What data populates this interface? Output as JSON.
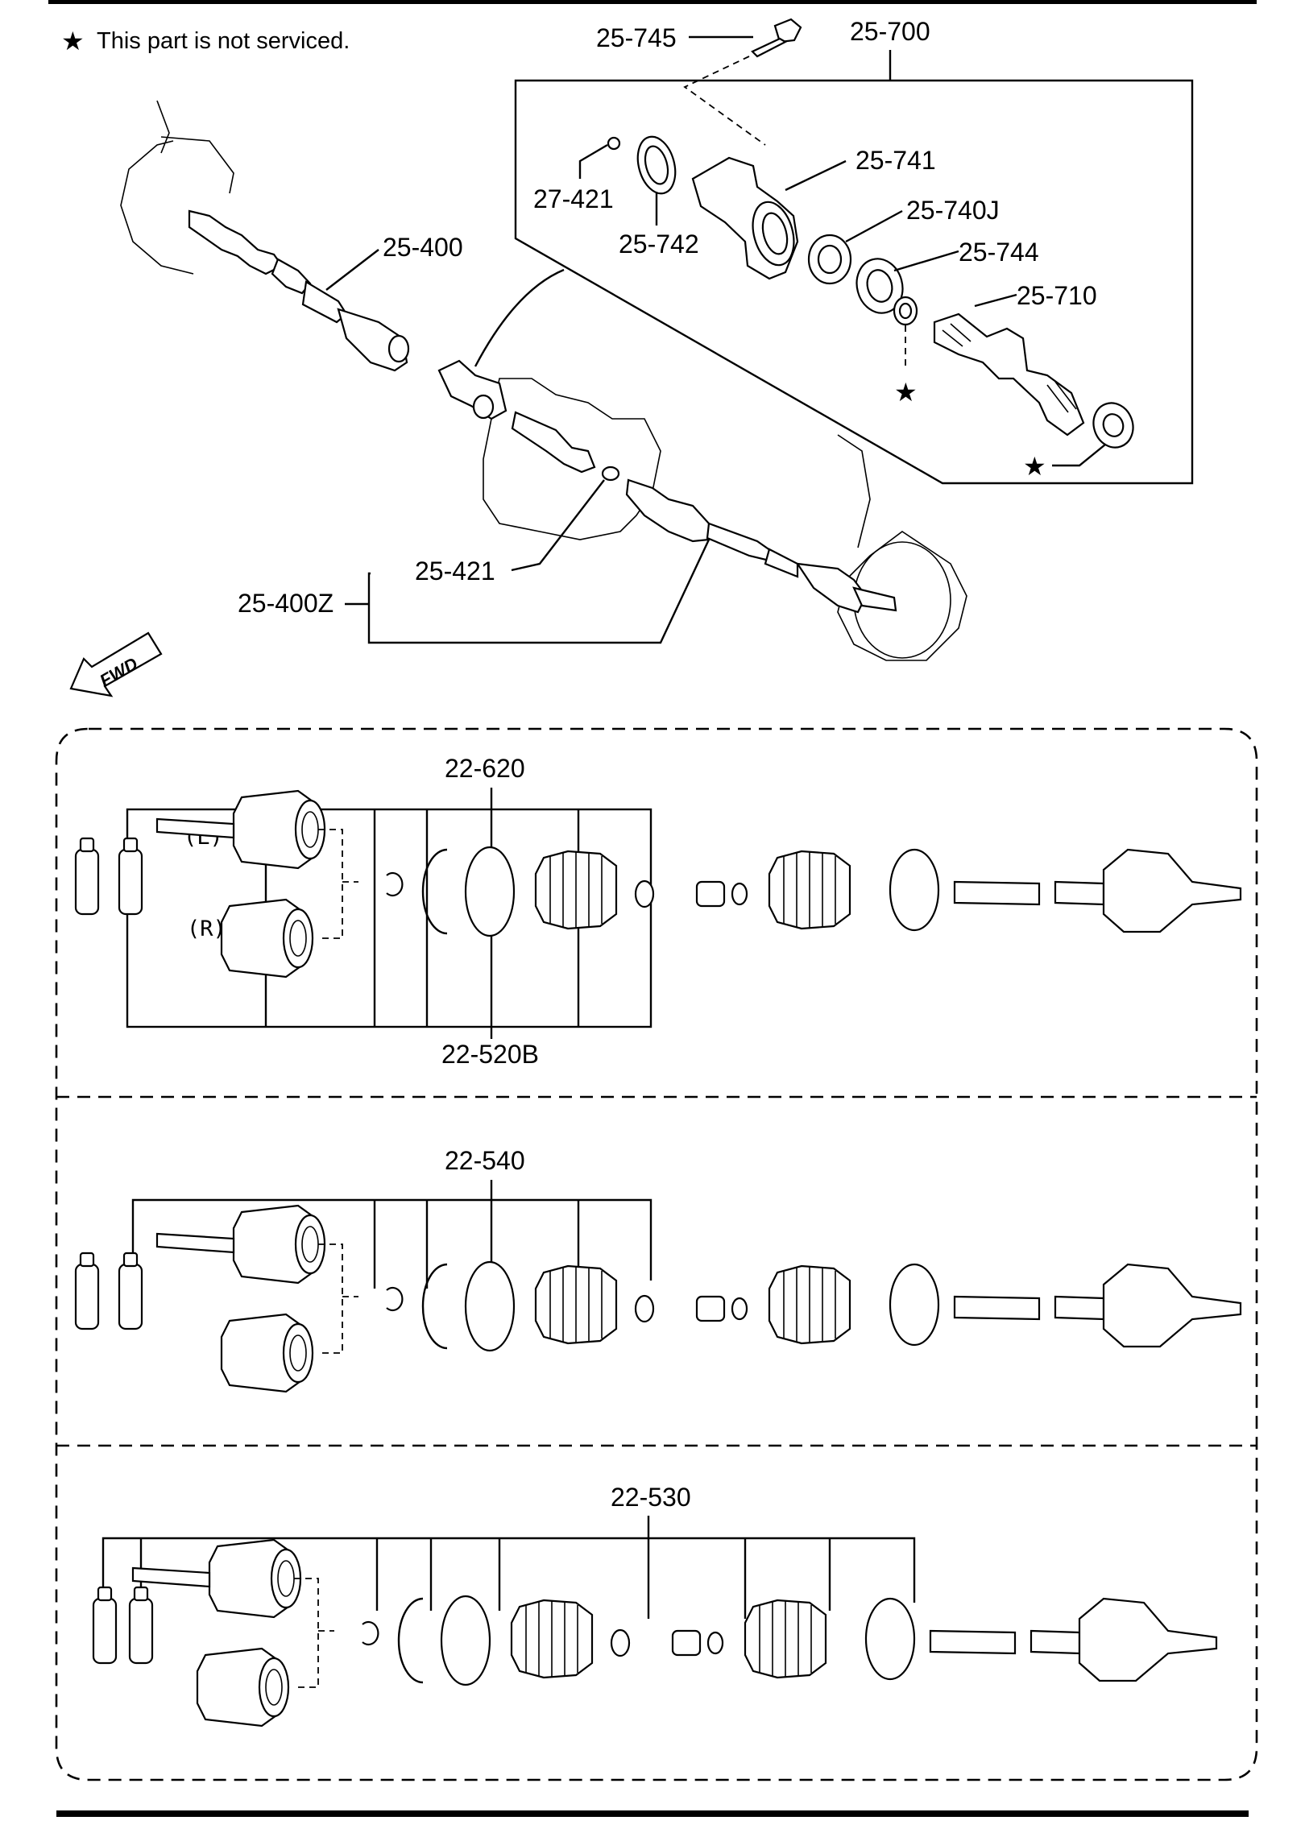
{
  "notice": {
    "star_symbol": "★",
    "text": "This part is not serviced."
  },
  "upper_callouts": {
    "bolt": "25-745",
    "assembly": "25-700",
    "bearing_support": "25-741",
    "snap_ring": "27-421",
    "bearing": "25-740J",
    "seal": "25-742",
    "washer": "25-744",
    "joint_shaft": "25-710",
    "left_shaft": "25-400",
    "clip": "25-421",
    "right_shaft": "25-400Z"
  },
  "direction_marker": "FWD",
  "kit_panels": [
    {
      "top_label": "22-620",
      "bottom_label": "22-520B",
      "left_tag": "(L)",
      "right_tag": "(R)"
    },
    {
      "top_label": "22-540"
    },
    {
      "top_label": "22-530"
    }
  ],
  "colors": {
    "ink": "#000000",
    "paper": "#ffffff"
  }
}
